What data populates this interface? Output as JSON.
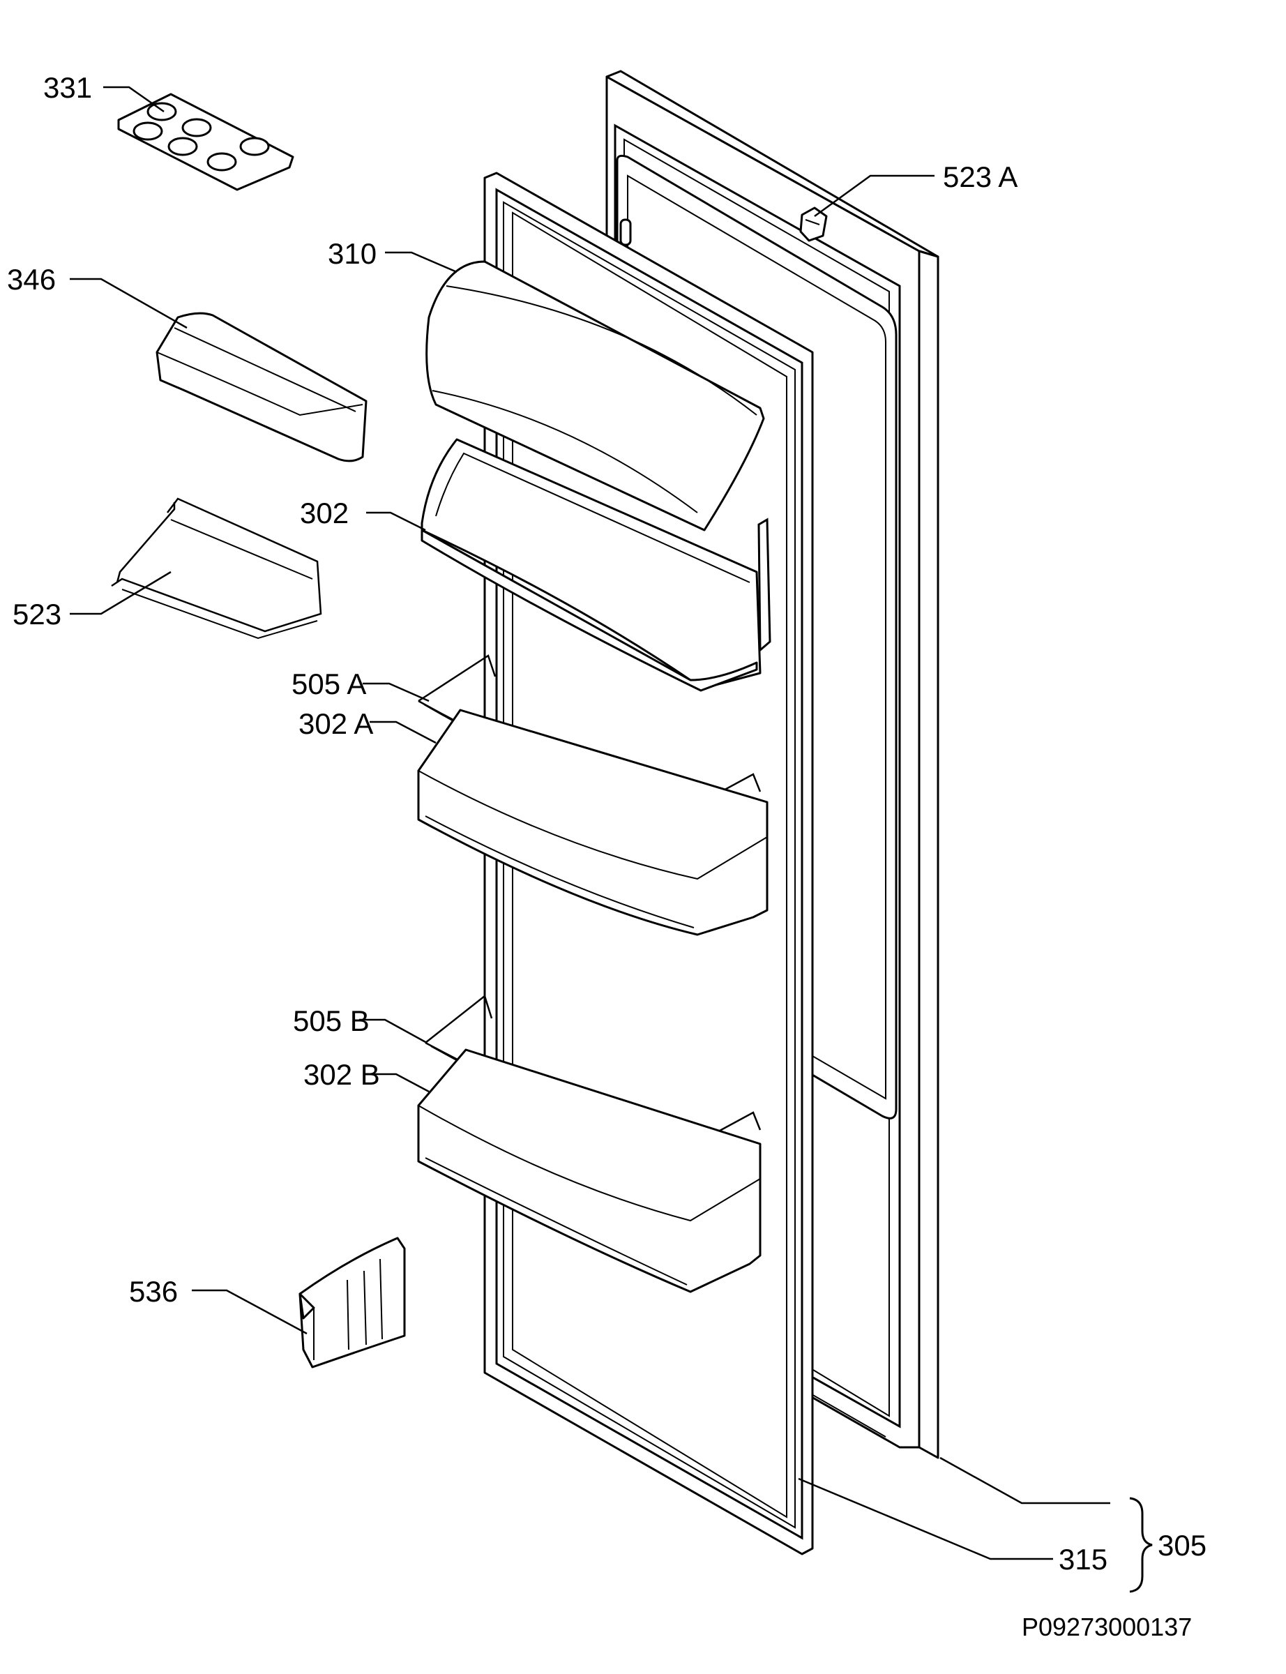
{
  "labels": {
    "l331": "331",
    "l346": "346",
    "l523": "523",
    "l310": "310",
    "l302": "302",
    "l505a": "505 A",
    "l302a": "302 A",
    "l505b": "505 B",
    "l302b": "302 B",
    "l536": "536",
    "l523a": "523 A",
    "l315": "315",
    "l305": "305"
  },
  "drawing_code": "P09273000137"
}
